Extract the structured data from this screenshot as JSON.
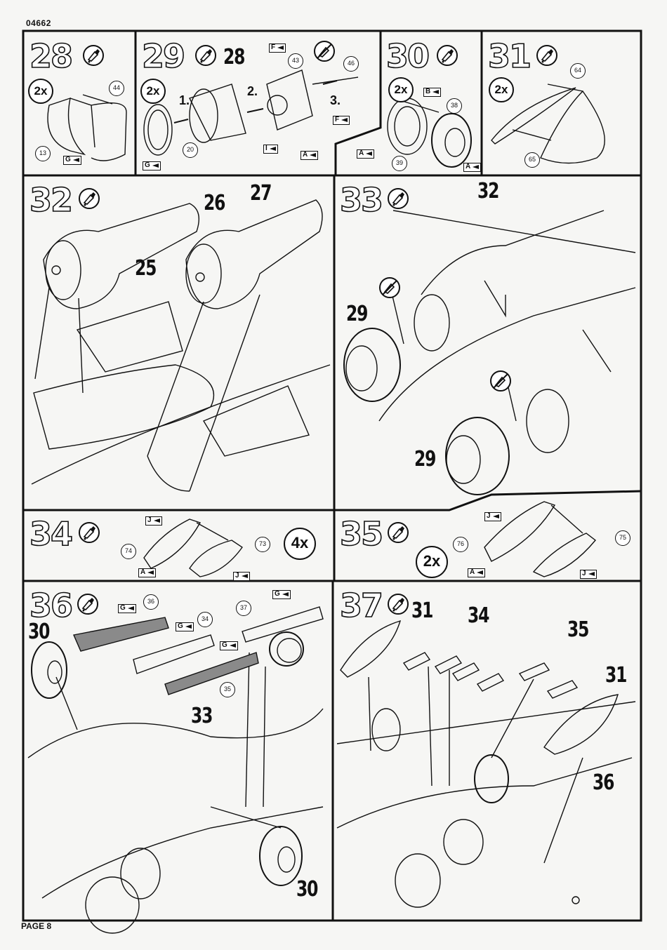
{
  "document": {
    "code": "04662",
    "page_label": "PAGE 8"
  },
  "steps": [
    {
      "number": "28",
      "multiplier": "2x",
      "parts": [
        "44",
        "13"
      ],
      "sprues": [
        "G"
      ]
    },
    {
      "number": "29",
      "multiplier": "2x",
      "callout": "28",
      "substeps": [
        "1.",
        "2.",
        "3."
      ],
      "parts": [
        "43",
        "46",
        "20"
      ],
      "sprues": [
        "F",
        "F",
        "I",
        "A",
        "G"
      ]
    },
    {
      "number": "30",
      "multiplier": "2x",
      "parts": [
        "38",
        "39"
      ],
      "sprues": [
        "B",
        "A",
        "A"
      ]
    },
    {
      "number": "31",
      "multiplier": "2x",
      "parts": [
        "64",
        "65"
      ]
    },
    {
      "number": "32",
      "callouts": [
        "26",
        "27",
        "25"
      ]
    },
    {
      "number": "33",
      "callouts": [
        "32",
        "29",
        "29"
      ]
    },
    {
      "number": "34",
      "multiplier": "4x",
      "parts": [
        "73",
        "74"
      ],
      "sprues": [
        "J",
        "A",
        "J"
      ]
    },
    {
      "number": "35",
      "multiplier": "2x",
      "parts": [
        "75",
        "76"
      ],
      "sprues": [
        "J",
        "A",
        "J"
      ]
    },
    {
      "number": "36",
      "callouts": [
        "30",
        "33",
        "30"
      ],
      "parts": [
        "36",
        "34",
        "37",
        "35"
      ],
      "sprues": [
        "G",
        "G",
        "G",
        "G"
      ]
    },
    {
      "number": "37",
      "callouts": [
        "31",
        "34",
        "35",
        "31",
        "36"
      ]
    }
  ],
  "colors": {
    "ink": "#111111",
    "paper": "#f6f6f4",
    "grey_part": "#8a8a8a"
  },
  "icons": {
    "glue": "glue-tube-icon",
    "no_glue": "no-glue-icon"
  }
}
